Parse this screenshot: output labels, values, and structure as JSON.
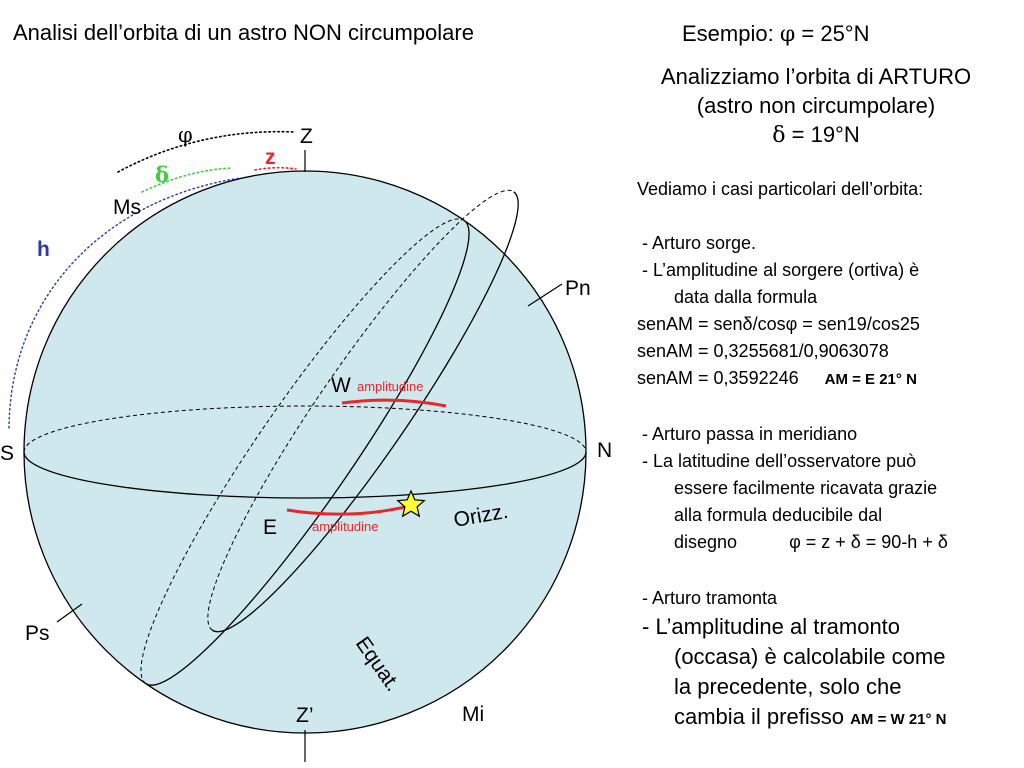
{
  "title": "Analisi dell’orbita di un astro NON circumpolare",
  "example": {
    "label": "Esempio:",
    "phi": "φ",
    "value": "= 25°N"
  },
  "intro": {
    "line1": "Analizziamo l’orbita di ARTURO",
    "line2": "(astro non circumpolare)",
    "delta_sym": "δ",
    "delta_value": "= 19°N"
  },
  "cases_heading": "Vediamo i casi particolari dell’orbita:",
  "rise": {
    "item1": "- Arturo sorge.",
    "item2a": "- L’amplitudine al sorgere (ortiva) è",
    "item2b": "data dalla formula",
    "formula1": "senAM = senδ/cosφ = sen19/cos25",
    "formula2": "senAM = 0,3255681/0,9063078",
    "formula3": "senAM = 0,3592246",
    "result": "AM = E 21° N"
  },
  "meridian": {
    "item1": "- Arturo passa in meridiano",
    "item2a": "- La latitudine dell’osservatore può",
    "item2b": "essere facilmente ricavata grazie",
    "item2c": "alla formula deducibile dal",
    "item2d": "disegno",
    "formula": "φ = z + δ = 90-h + δ"
  },
  "set": {
    "item1": "- Arturo tramonta",
    "item2a": "- L’amplitudine al tramonto",
    "item2b": "(occasa) è calcolabile come",
    "item2c": "la precedente, solo che",
    "item2d": "cambia il prefisso",
    "result": "AM = W 21° N"
  },
  "diagram": {
    "labels": {
      "zenith": "Z",
      "nadir": "Z’",
      "north": "N",
      "south": "S",
      "east": "E",
      "west": "W",
      "north_pole": "Pn",
      "south_pole": "Ps",
      "meridian_upper": "Ms",
      "meridian_lower": "Mi",
      "horizon": "Orizz.",
      "equator": "Equat.",
      "amplitude_west": "amplitudine",
      "amplitude_east": "amplitudine",
      "arc_phi": "φ",
      "arc_delta": "δ",
      "arc_z": "z",
      "arc_h": "h"
    },
    "colors": {
      "sphere_fill": "#cfe8ed",
      "amplitude": "#e8262b",
      "delta": "#3ccf3c",
      "h": "#2b3aa8",
      "z": "#e8262b",
      "star": "#ffff33"
    }
  }
}
